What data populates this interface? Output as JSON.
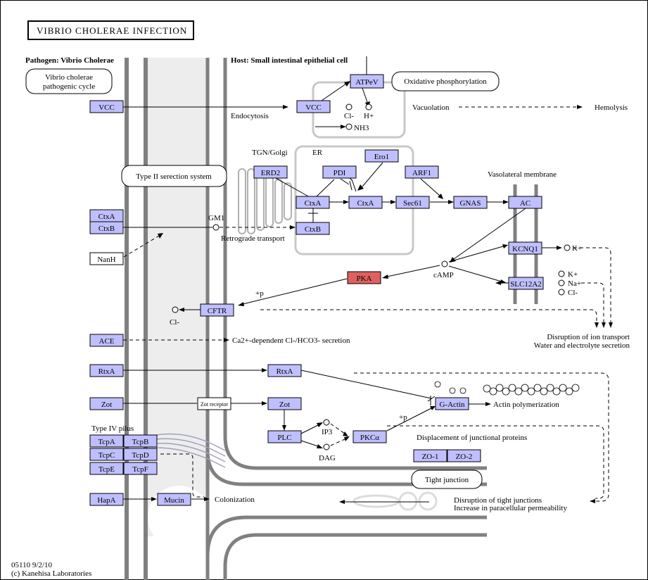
{
  "title": "VIBRIO CHOLERAE INFECTION",
  "headers": {
    "pathogen": "Pathogen: Vibrio Cholerae",
    "host": "Host: Small intestinal epithelial cell"
  },
  "footer": {
    "code": "05110 9/2/10",
    "copyright": "(c) Kanehisa Laboratories"
  },
  "maps": {
    "pathogenic_cycle_1": "Vibrio cholerae",
    "pathogenic_cycle_2": "pathogenic cycle",
    "oxphos": "Oxidative phosphorylation",
    "t2ss": "Type II serection system",
    "tight_junction": "Tight junction"
  },
  "genes": {
    "vcc_path": "VCC",
    "vcc_host": "VCC",
    "atpev": "ATPeV",
    "ctxa_path": "CtxA",
    "ctxb_path": "CtxB",
    "nanh": "NanH",
    "erd2": "ERD2",
    "pdi": "PDI",
    "ero1": "Ero1",
    "arf1": "ARF1",
    "ctxa_golgi": "CtxA",
    "ctxa_er": "CtxA",
    "ctxb_host": "CtxB",
    "sec61": "Sec61",
    "gnas": "GNAS",
    "ac": "AC",
    "kcnq1": "KCNQ1",
    "slc12a2": "SLC12A2",
    "pka": "PKA",
    "cftr": "CFTR",
    "ace": "ACE",
    "rtxa_path": "RtxA",
    "rtxa_host": "RtxA",
    "zot_path": "Zot",
    "zot_receptor": "Zot receptor",
    "zot_host": "Zot",
    "plc": "PLC",
    "pkca": "PKCα",
    "gactin": "G-Actin",
    "zo1": "ZO-1",
    "zo2": "ZO-2",
    "tcpa": "TcpA",
    "tcpb": "TcpB",
    "tcpc": "TcpC",
    "tcpd": "TcpD",
    "tcpe": "TcpE",
    "tcpf": "TcpF",
    "hapa": "HapA",
    "mucin": "Mucin"
  },
  "labels": {
    "endocytosis": "Endocytosis",
    "vacuolation": "Vacuolation",
    "hemolysis": "Hemolysis",
    "tgn_golgi": "TGN/Golgi",
    "er": "ER",
    "vasolateral": "Vasolateral membrane",
    "gm1": "GM1",
    "retrograde": "Retrograde transport",
    "camp": "cAMP",
    "plus_p_1": "+p",
    "plus_p_2": "+p",
    "ip3": "IP3",
    "dag": "DAG",
    "actin_poly": "Actin polymerization",
    "displacement": "Displacement of junctional proteins",
    "disruption_ion_1": "Disruption of ion transport",
    "disruption_ion_2": "Water and electrolyte secretion",
    "ca_secretion": "Ca2+-dependent Cl-/HCO3- secretion",
    "type_iv_pilus": "Type IV pilus",
    "colonization": "Colonization",
    "disruption_tj_1": "Disruption of tight junctions",
    "disruption_tj_2": "Increase in paracellular permeability"
  },
  "compounds": {
    "cl_vac": "Cl-",
    "h_vac": "H+",
    "nh3": "NH3",
    "k_kcnq": "K+",
    "k_slc": "K+",
    "na_slc": "Na+",
    "cl_slc": "Cl-",
    "cl_cftr": "Cl-"
  },
  "colors": {
    "gene_fill": "#bfbfff",
    "highlight": "#e06060",
    "membrane": "#808080"
  }
}
